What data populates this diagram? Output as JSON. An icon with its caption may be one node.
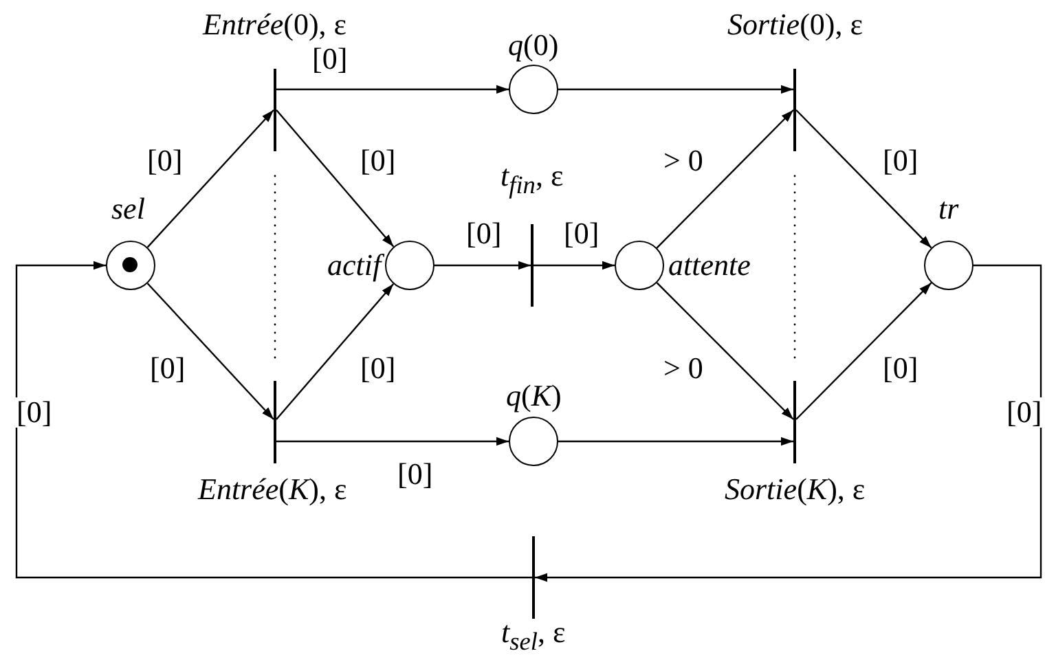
{
  "diagram": {
    "nodes": [
      {
        "text": [
          "sel"
        ]
      },
      {
        "text": [
          "*Entrée*(0), ε"
        ]
      },
      {
        "text": [
          "*Entrée*(*K*), ε"
        ]
      },
      {
        "text": [
          "actif"
        ]
      },
      {
        "text": [
          "*q*(0)"
        ]
      },
      {
        "text": [
          "*q*(*K*)"
        ]
      },
      {
        "text": [
          "*t*$_{fin}$, ε"
        ]
      },
      {
        "text": [
          "attente"
        ]
      },
      {
        "text": [
          "*Sortie*(0), ε"
        ]
      },
      {
        "text": [
          "*Sortie*(*K*), ε"
        ]
      },
      {
        "text": [
          "tr"
        ]
      },
      {
        "text": [
          "*t*$_{sel}$, ε"
        ]
      }
    ],
    "edges": [
      {
        "from": 0,
        "to": 1,
        "arrow": "to",
        "label": "[0]"
      },
      {
        "from": 0,
        "to": 2,
        "arrow": "to",
        "label": "[0]"
      },
      {
        "from": 1,
        "to": 4,
        "arrow": "to",
        "label": "[0]"
      },
      {
        "from": 1,
        "to": 3,
        "arrow": "to",
        "label": "[0]"
      },
      {
        "from": 2,
        "to": 3,
        "arrow": "to",
        "label": "[0]"
      },
      {
        "from": 2,
        "to": 5,
        "arrow": "to",
        "label": "[0]"
      },
      {
        "from": 3,
        "to": 6,
        "arrow": "to",
        "label": "[0]"
      },
      {
        "from": 6,
        "to": 7,
        "arrow": "to",
        "label": "[0]"
      },
      {
        "from": 7,
        "to": 8,
        "arrow": "to",
        "label": "> 0"
      },
      {
        "from": 7,
        "to": 9,
        "arrow": "to",
        "label": "> 0"
      },
      {
        "from": 4,
        "to": 8,
        "arrow": "to"
      },
      {
        "from": 5,
        "to": 9,
        "arrow": "to"
      },
      {
        "from": 8,
        "to": 10,
        "arrow": "to",
        "label": "[0]"
      },
      {
        "from": 9,
        "to": 10,
        "arrow": "to",
        "label": "[0]"
      },
      {
        "from": 10,
        "to": 11,
        "arrow": "to",
        "label": "[0]"
      },
      {
        "from": 11,
        "to": 0,
        "arrow": "to",
        "label": "[0]"
      }
    ]
  }
}
